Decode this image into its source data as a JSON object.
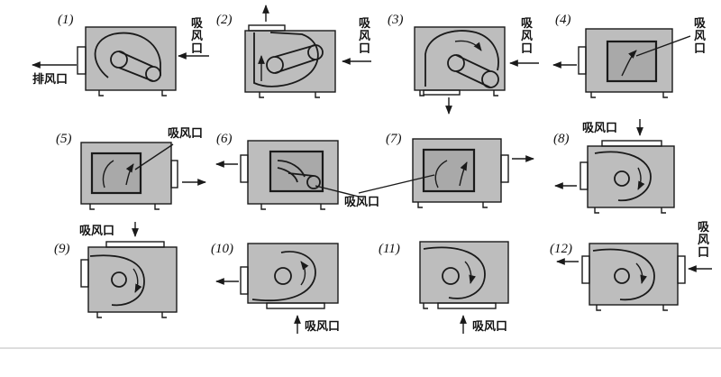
{
  "figure": {
    "panels": [
      {
        "number": "(1)"
      },
      {
        "number": "(2)"
      },
      {
        "number": "(3)"
      },
      {
        "number": "(4)"
      },
      {
        "number": "(5)"
      },
      {
        "number": "(6)"
      },
      {
        "number": "(7)"
      },
      {
        "number": "(8)"
      },
      {
        "number": "(9)"
      },
      {
        "number": "(10)"
      },
      {
        "number": "(11)"
      },
      {
        "number": "(12)"
      }
    ],
    "labels": {
      "intake": "吸风口",
      "exhaust": "排风口",
      "intake_v1": "吸",
      "intake_v2": "风",
      "intake_v3": "口"
    }
  },
  "colors": {
    "housing": "#bdbdbd",
    "window": "#a9a9a9",
    "ink": "#1a1a1a",
    "background": "#ffffff"
  }
}
